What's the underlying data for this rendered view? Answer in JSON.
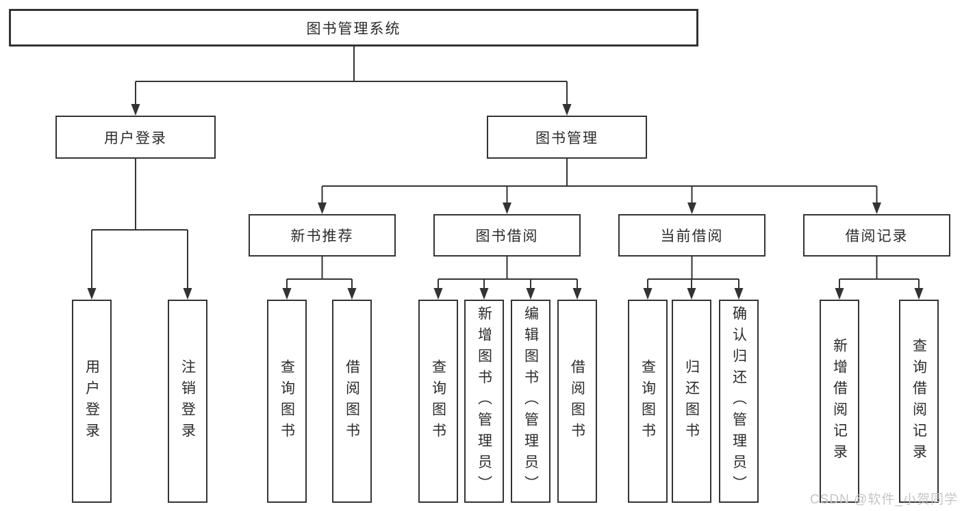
{
  "diagram": {
    "root": {
      "label": "图书管理系统"
    },
    "level2": [
      {
        "label": "用户登录"
      },
      {
        "label": "图书管理"
      }
    ],
    "level3": [
      {
        "label": "新书推荐"
      },
      {
        "label": "图书借阅"
      },
      {
        "label": "当前借阅"
      },
      {
        "label": "借阅记录"
      }
    ],
    "leaves": {
      "user_login": [
        "用户登录",
        "注销登录"
      ],
      "new_book": [
        "查询图书",
        "借阅图书"
      ],
      "borrow": [
        "查询图书",
        "新增图书（管理员）",
        "编辑图书（管理员）",
        "借阅图书"
      ],
      "current": [
        "查询图书",
        "归还图书",
        "确认归还（管理员）"
      ],
      "records": [
        "新增借阅记录",
        "查询借阅记录"
      ]
    },
    "colors": {
      "line": "#333333",
      "text": "#2b2b2b",
      "background": "#ffffff",
      "watermark": "#c5c5c5"
    }
  },
  "watermark": {
    "text": "CSDN @软件_小贺同学"
  }
}
